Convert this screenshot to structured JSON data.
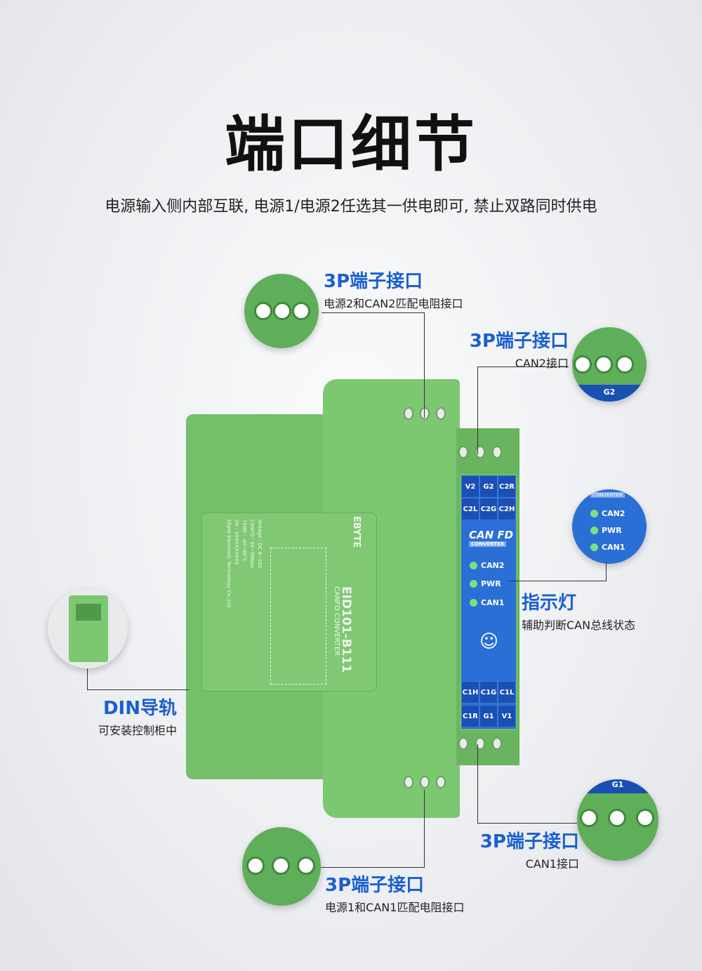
{
  "header": {
    "title": "端口细节",
    "subtitle": "电源输入侧内部互联, 电源1/电源2任选其一供电即可, 禁止双路同时供电"
  },
  "callouts": {
    "top": {
      "title": "3P端子接口",
      "desc": "电源2和CAN2匹配电阻接口"
    },
    "right_top": {
      "title": "3P端子接口",
      "desc": "CAN2接口"
    },
    "indicator": {
      "title": "指示灯",
      "desc": "辅助判断CAN总线状态"
    },
    "din": {
      "title": "DIN导轨",
      "desc": "可安装控制柜中"
    },
    "right_bottom": {
      "title": "3P端子接口",
      "desc": "CAN1接口"
    },
    "bottom": {
      "title": "3P端子接口",
      "desc": "电源1和CAN1匹配电阻接口"
    }
  },
  "device": {
    "brand": "EBYTE",
    "model": "EID101-B111",
    "type": "CANFD CONVERTER",
    "specs": [
      "Voltage : DC 8~28V",
      "CANFD : 5K~5Mbps",
      "TEMP : -40~85°C",
      "SN : XXXXXXXXXX",
      "Ebyte Electronic Technology Co.,Ltd"
    ],
    "panel_top": [
      "V2",
      "G2",
      "C2R",
      "C2L",
      "C2G",
      "C2H"
    ],
    "panel_bottom": [
      "C1H",
      "C1G",
      "C1L",
      "C1R",
      "G1",
      "V1"
    ],
    "logo": "CAN FD",
    "logo_sub": "CONVERTER",
    "leds": [
      "CAN2",
      "PWR",
      "CAN1"
    ]
  },
  "insets": {
    "right_top_labels": [
      "G2"
    ],
    "indicator_leds": [
      "CAN2",
      "PWR",
      "CAN1"
    ],
    "indicator_sub": "CONVERTER",
    "right_bottom_labels": [
      "G1"
    ]
  },
  "colors": {
    "accent": "#1b5fd0",
    "device_green": "#78c46d",
    "panel_blue": "#2a6fd6",
    "led_green": "#7de07a"
  }
}
